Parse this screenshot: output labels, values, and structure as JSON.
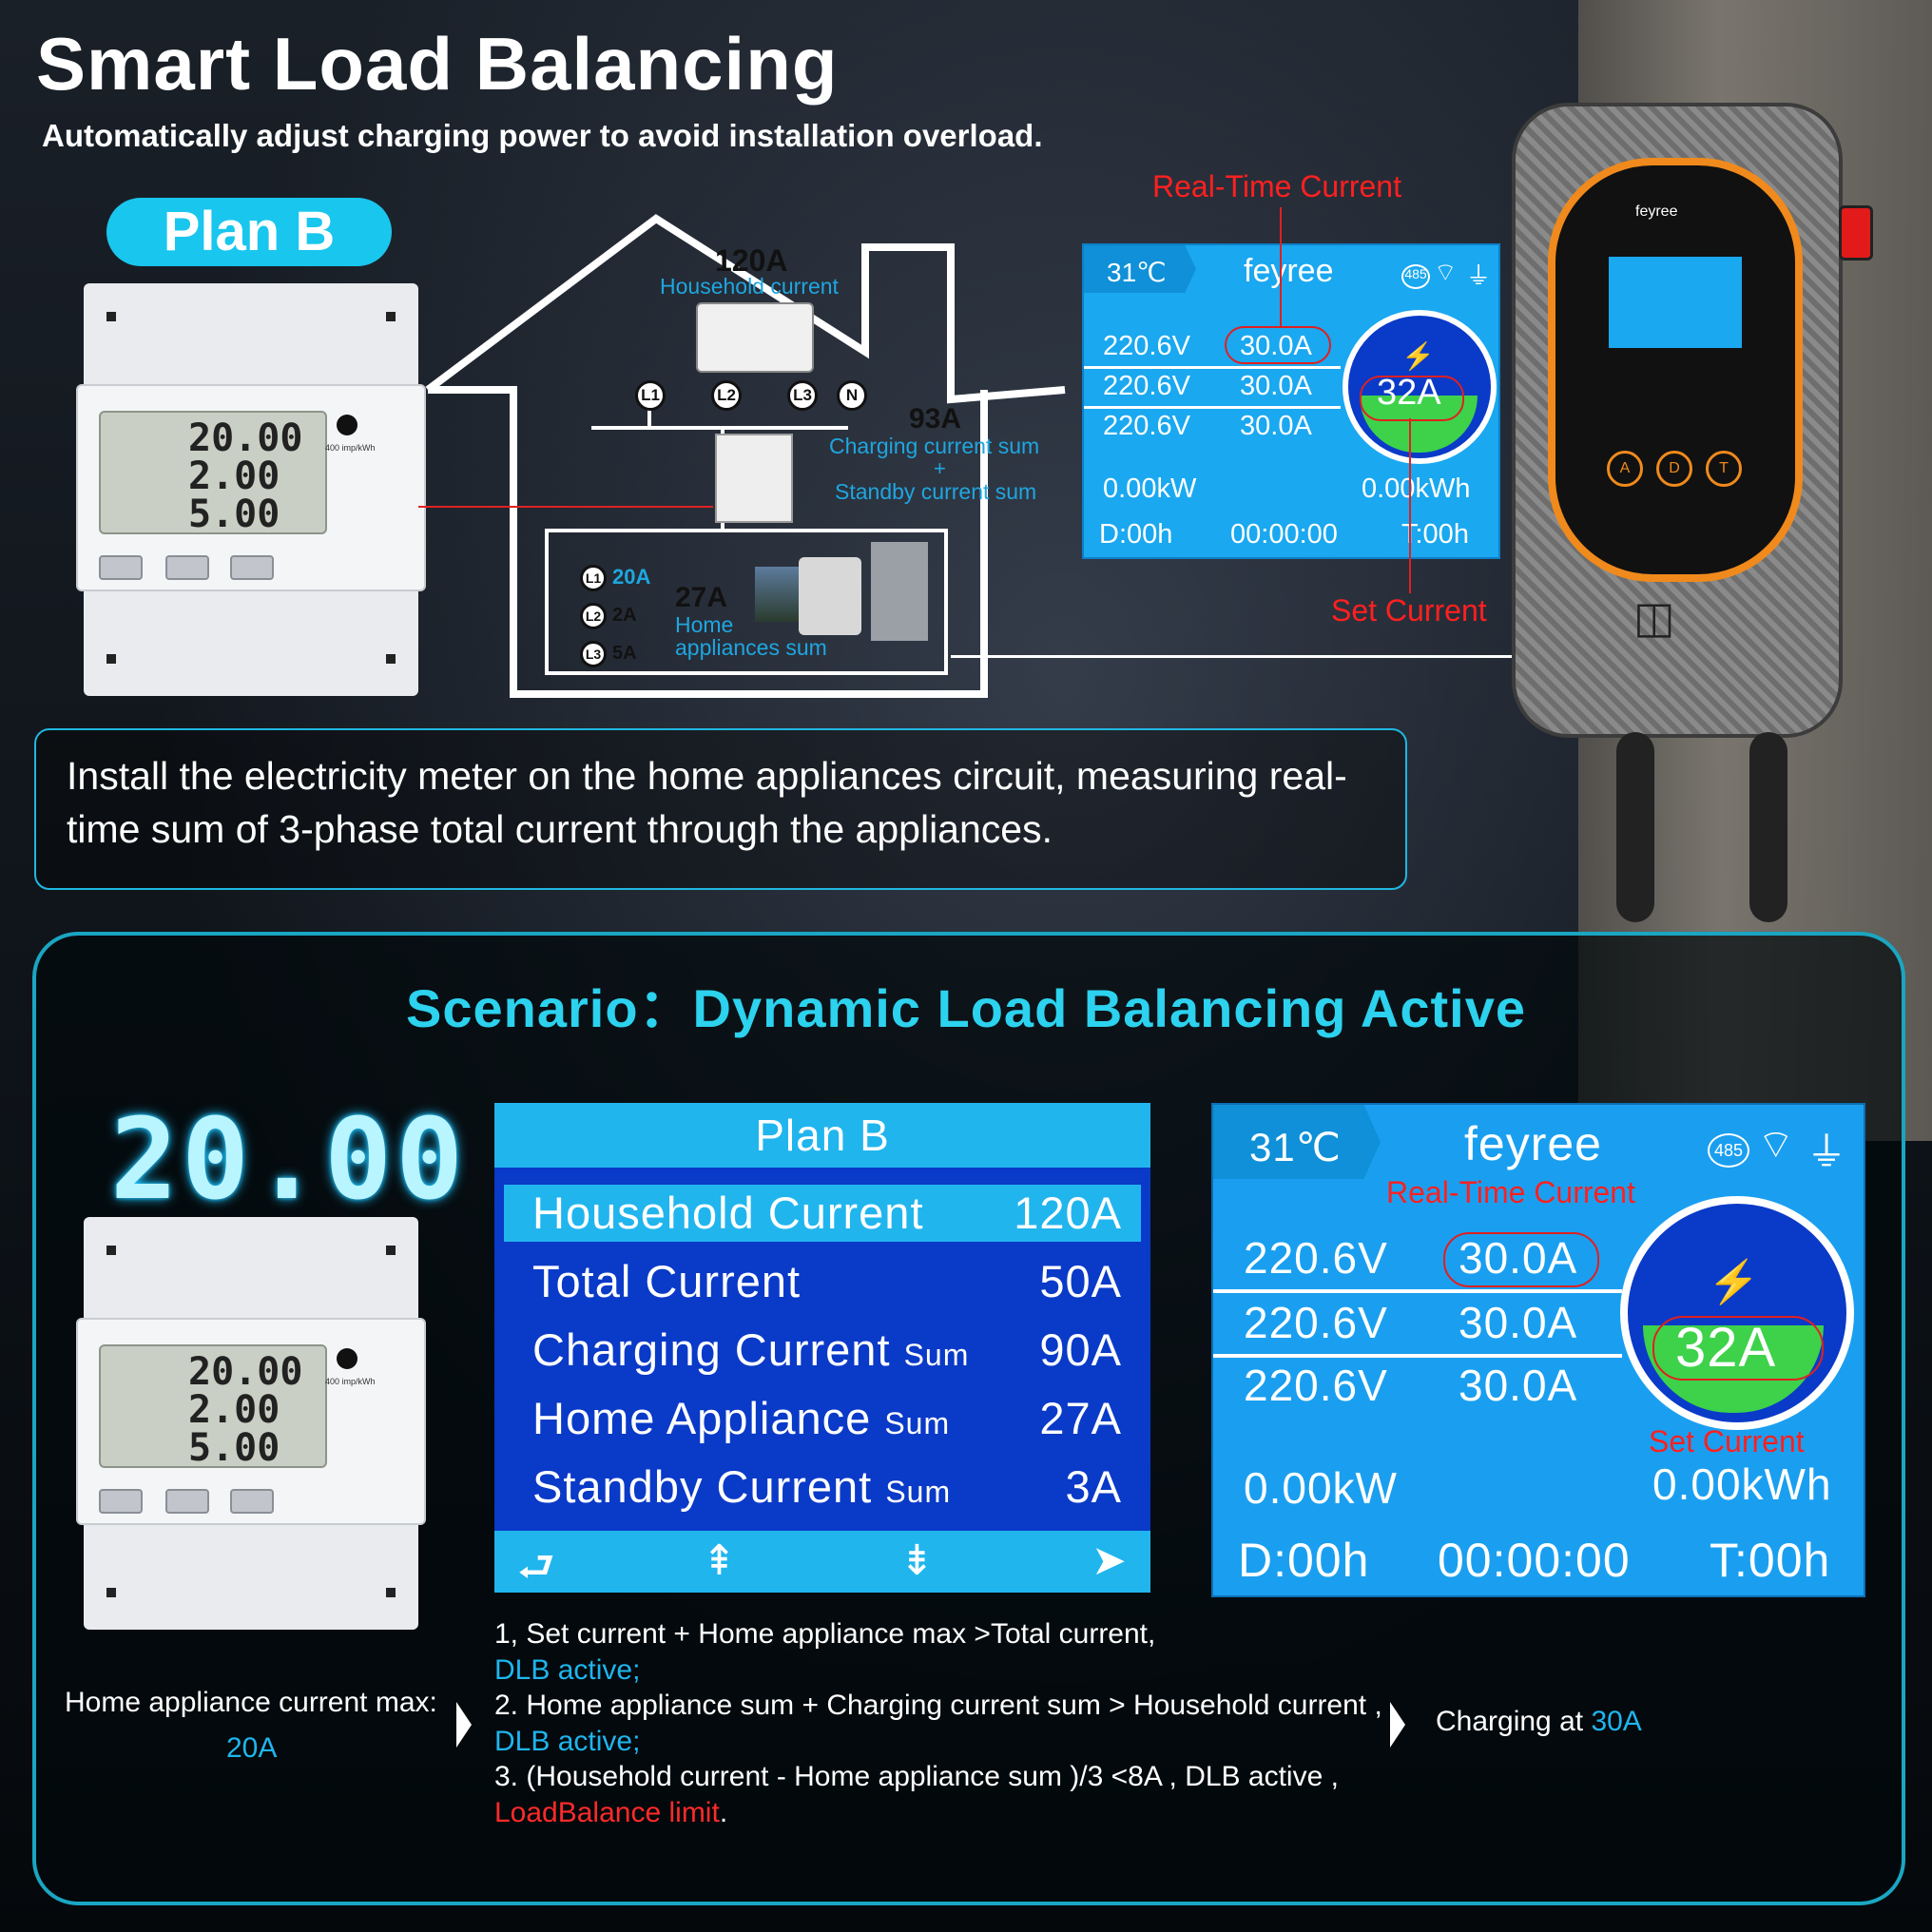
{
  "header": {
    "title": "Smart Load Balancing",
    "subtitle": "Automatically adjust charging power to avoid installation overload.",
    "plan_label": "Plan B"
  },
  "meter": {
    "line1": "20.00",
    "line2": "2.00",
    "line3": "5.00",
    "rate_label": "400 imp/kWh"
  },
  "house": {
    "household_value": "120A",
    "household_label": "Household current",
    "phases": [
      "L1",
      "L2",
      "L3",
      "N"
    ],
    "charging_value": "93A",
    "charging_label": "Charging current sum",
    "plus": "+",
    "standby_label": "Standby current sum",
    "appliance_phases": [
      {
        "phase": "L1",
        "value": "20A"
      },
      {
        "phase": "L2",
        "value": "2A"
      },
      {
        "phase": "L3",
        "value": "5A"
      }
    ],
    "appliance_value": "27A",
    "appliance_label_1": "Home",
    "appliance_label_2": "appliances sum"
  },
  "small_screen": {
    "temp": "31℃",
    "brand": "feyree",
    "rs_badge": "485",
    "rows": [
      {
        "v": "220.6V",
        "a": "30.0A"
      },
      {
        "v": "220.6V",
        "a": "30.0A"
      },
      {
        "v": "220.6V",
        "a": "30.0A"
      }
    ],
    "set_current": "32A",
    "power": "0.00kW",
    "energy": "0.00kWh",
    "d": "D:00h",
    "time": "00:00:00",
    "t": "T:00h"
  },
  "callouts": {
    "real_time": "Real-Time Current",
    "set_current": "Set Current"
  },
  "charger": {
    "brand": "feyree",
    "buttons": [
      "A",
      "D",
      "T"
    ]
  },
  "install_text": "Install the electricity meter on the home appliances circuit, measuring real-time sum of 3-phase total current through the appliances.",
  "scenario": {
    "title": "Scenario：Dynamic Load Balancing Active",
    "big_reading": "20.00",
    "plan_panel": {
      "title": "Plan B",
      "rows": [
        {
          "label": "Household Current",
          "suffix": "",
          "value": "120A"
        },
        {
          "label": "Total Current",
          "suffix": "",
          "value": "50A"
        },
        {
          "label": "Charging Current",
          "suffix": "Sum",
          "value": "90A"
        },
        {
          "label": "Home Appliance",
          "suffix": "Sum",
          "value": "27A"
        },
        {
          "label": "Standby Current",
          "suffix": "Sum",
          "value": "3A"
        }
      ]
    },
    "left_label": "Home appliance current max:",
    "left_value": "20A",
    "notes": {
      "n1": "1, Set current + Home appliance max >Total current,",
      "n1b": "DLB active;",
      "n2": "2. Home appliance sum + Charging current sum > Household current ,",
      "n2b": "DLB active;",
      "n3": "3. (Household current - Home appliance sum )/3 <8A , DLB active ,",
      "n3b": "LoadBalance limit",
      "n3c": "."
    },
    "result_prefix": "Charging at ",
    "result_value": "30A"
  },
  "colors": {
    "accent_cyan": "#19c6ee",
    "screen_blue": "#1aa8f0",
    "panel_blue": "#0a3ac8",
    "callout_red": "#ff2020",
    "charger_orange": "#f08a1c"
  }
}
